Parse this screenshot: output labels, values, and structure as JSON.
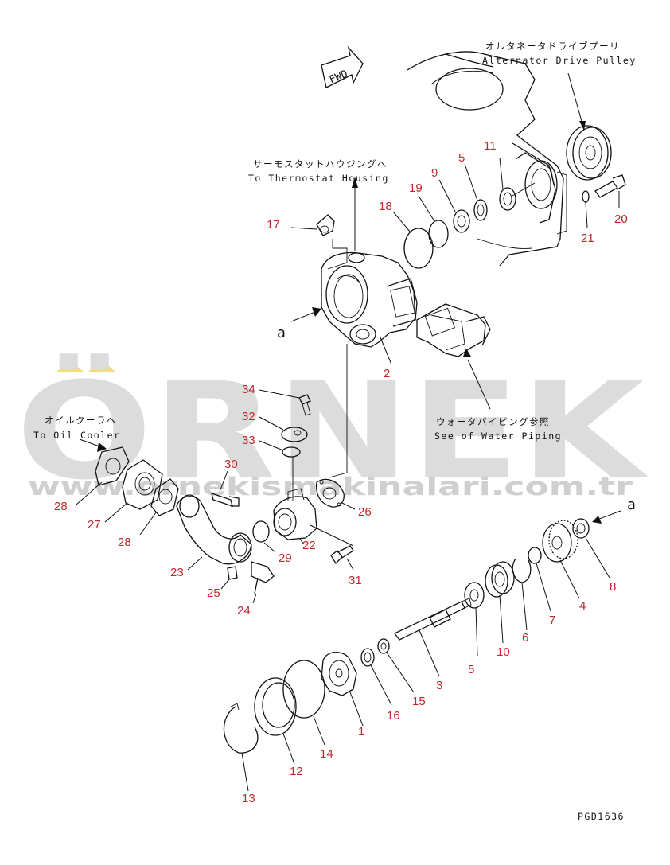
{
  "annotations": {
    "alternator_jp": "オルタネータドライブプーリ",
    "alternator_en": "Alternator Drive Pulley",
    "thermostat_jp": "サーモスタットハウジングへ",
    "thermostat_en": "To Thermostat Housing",
    "oil_cooler_jp": "オイルクーラへ",
    "oil_cooler_en": "To Oil Cooler",
    "water_piping_jp": "ウォータパイピング参照",
    "water_piping_en": "See of Water Piping",
    "fwd": "FWD",
    "view_a_top": "a",
    "view_a_right": "a"
  },
  "drawing_code": "PGD1636",
  "watermark": {
    "brand": "ÖRNEK",
    "url": "www.ornekismakinalari.com.tr"
  },
  "part_numbers": {
    "p17": "17",
    "p18": "18",
    "p19": "19",
    "p9": "9",
    "p5a": "5",
    "p11": "11",
    "p20": "20",
    "p21": "21",
    "p2": "2",
    "p34": "34",
    "p32": "32",
    "p33": "33",
    "p30": "30",
    "p28a": "28",
    "p27": "27",
    "p28b": "28",
    "p26": "26",
    "p29": "29",
    "p22": "22",
    "p31": "31",
    "p23": "23",
    "p25": "25",
    "p24": "24",
    "p8": "8",
    "p4": "4",
    "p7": "7",
    "p6": "6",
    "p10": "10",
    "p5b": "5",
    "p3": "3",
    "p15": "15",
    "p16": "16",
    "p1": "1",
    "p14": "14",
    "p12": "12",
    "p13": "13"
  },
  "colors": {
    "part_number": "#c0272d",
    "line": "#111111",
    "watermark_text": "#d6d6d6",
    "watermark_accent": "#f2dc7a"
  }
}
